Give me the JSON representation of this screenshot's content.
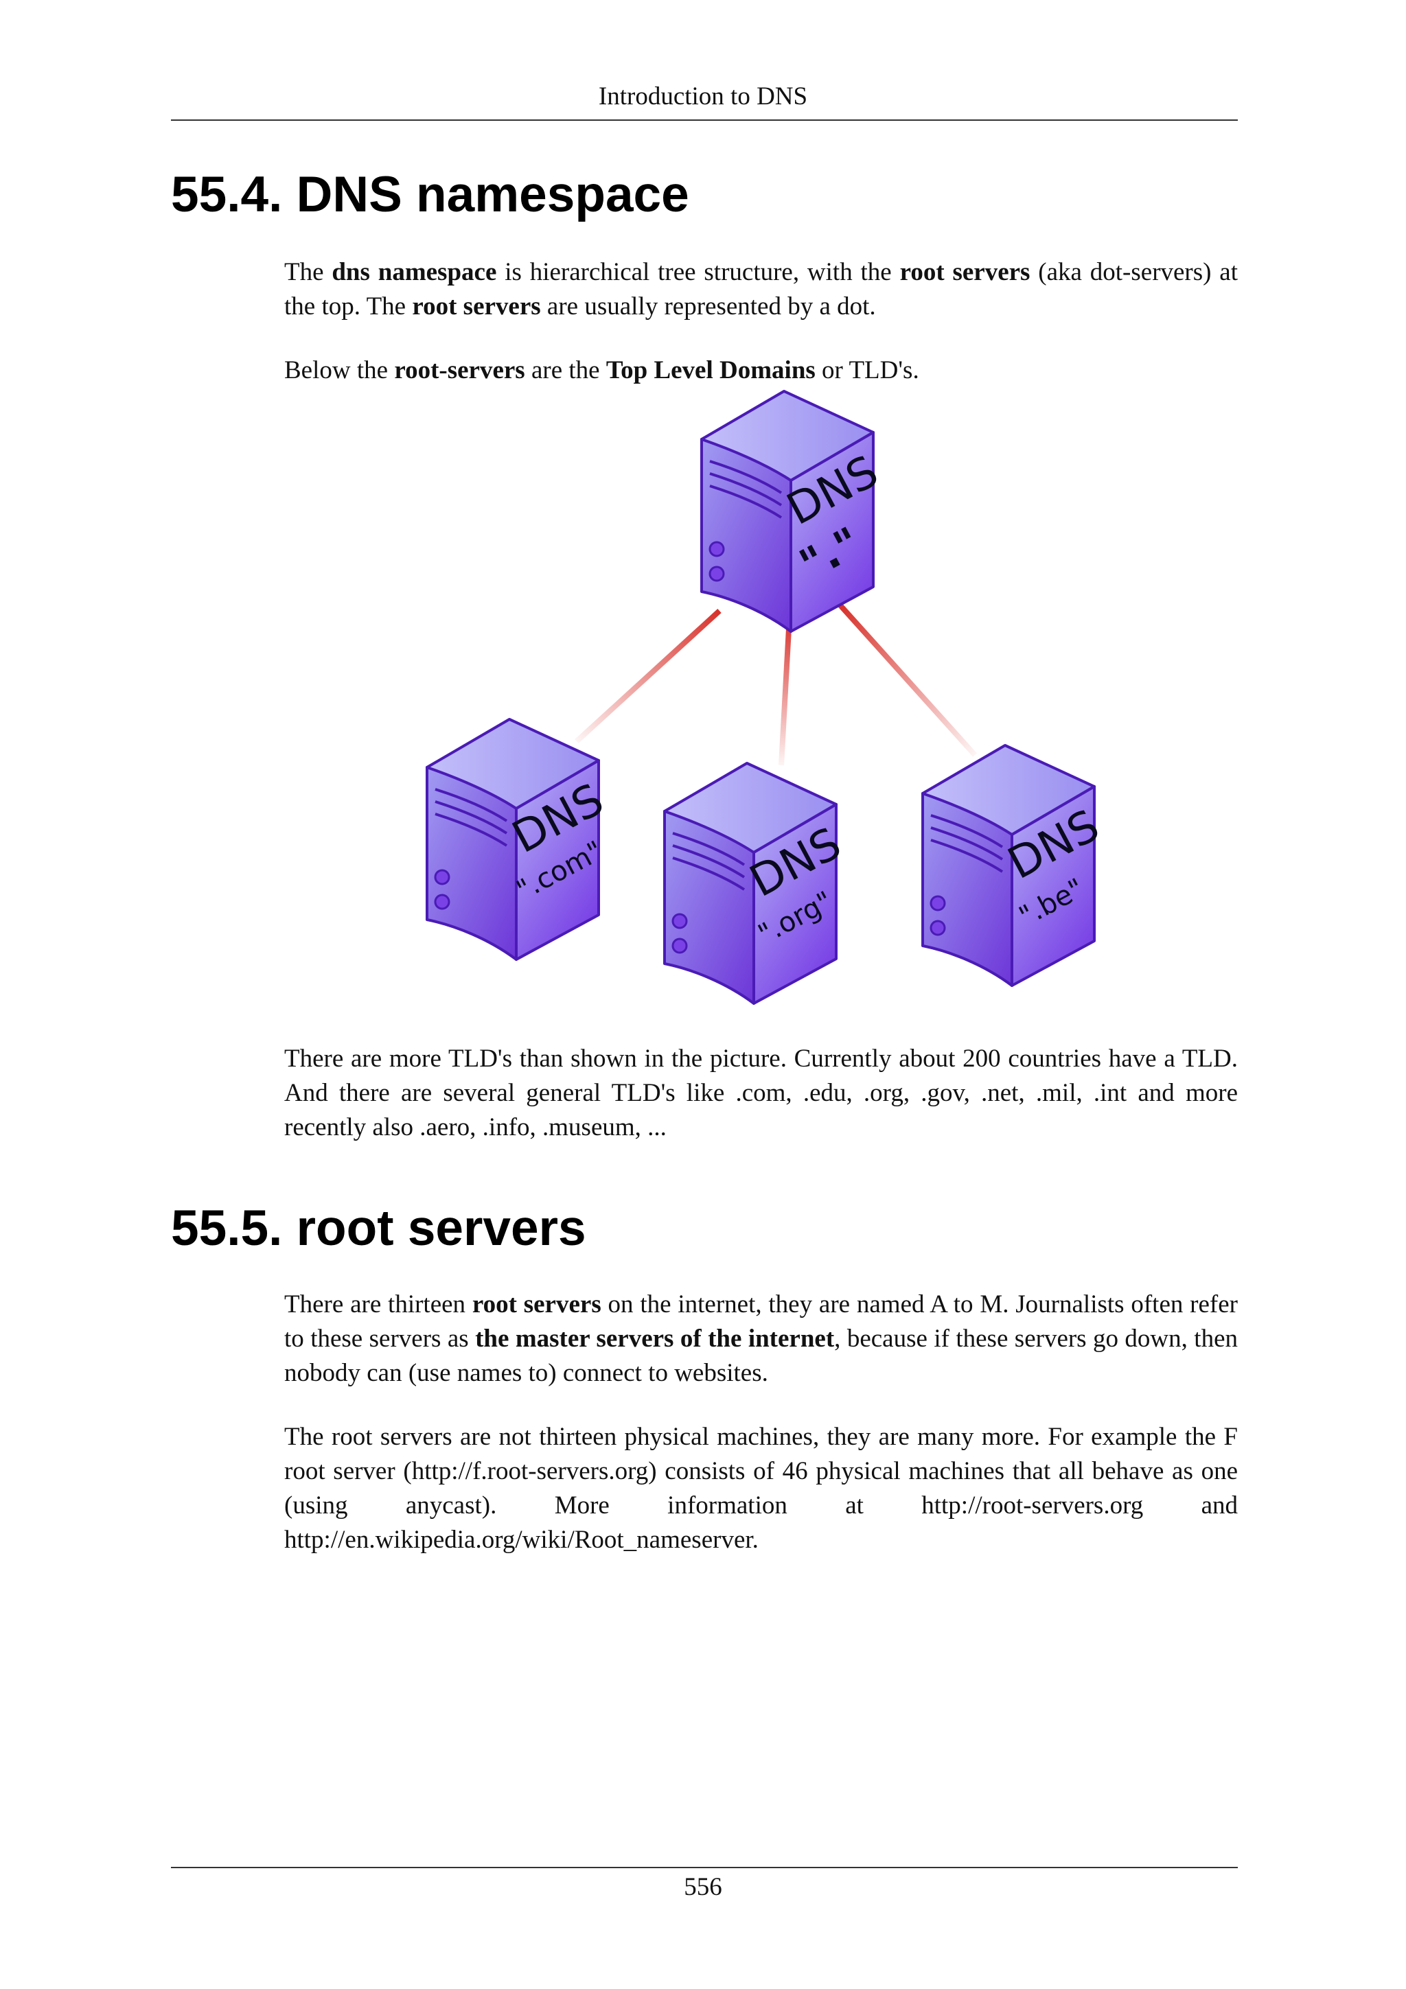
{
  "header": {
    "title": "Introduction to DNS"
  },
  "sections": [
    {
      "heading": "55.4. DNS namespace",
      "paragraphs": [
        [
          {
            "text": "The "
          },
          {
            "text": "dns namespace",
            "bold": true
          },
          {
            "text": " is hierarchical tree structure, with the "
          },
          {
            "text": "root servers",
            "bold": true
          },
          {
            "text": " (aka dot-servers) at the top. The "
          },
          {
            "text": "root servers",
            "bold": true
          },
          {
            "text": " are usually represented by a dot."
          }
        ],
        [
          {
            "text": "Below the "
          },
          {
            "text": "root-servers",
            "bold": true
          },
          {
            "text": " are the "
          },
          {
            "text": "Top Level Domains",
            "bold": true
          },
          {
            "text": " or TLD's."
          }
        ],
        [
          {
            "text": "There are more TLD's than shown in the picture. Currently about 200 countries have a TLD. And there are several general TLD's like .com, .edu, .org, .gov, .net, .mil, .int and more recently also .aero, .info, .museum, ..."
          }
        ]
      ]
    },
    {
      "heading": "55.5. root servers",
      "paragraphs": [
        [
          {
            "text": "There are thirteen "
          },
          {
            "text": "root servers",
            "bold": true
          },
          {
            "text": " on the internet, they are named A to M. Journalists often refer to these servers as "
          },
          {
            "text": "the master servers of the internet",
            "bold": true
          },
          {
            "text": ", because if these servers go down, then nobody can (use names to) connect to websites."
          }
        ],
        [
          {
            "text": "The root servers are not thirteen physical machines, they are many more. For example the F root server (http://f.root-servers.org) consists of 46 physical machines that all behave as one (using anycast). More information at http://root-servers.org and http://en.wikipedia.org/wiki/Root_nameserver."
          }
        ]
      ]
    }
  ],
  "figure": {
    "servers": [
      {
        "title": "DNS",
        "zone": "\".\""
      },
      {
        "title": "DNS",
        "zone": "\".com\""
      },
      {
        "title": "DNS",
        "zone": "\".org\""
      },
      {
        "title": "DNS",
        "zone": "\".be\""
      }
    ],
    "colors": {
      "server_light": "#b6b2f7",
      "server_dark": "#7a42e6",
      "server_outline": "#4a1bb5",
      "link_red": "#d8302a"
    }
  },
  "footer": {
    "page_number": "556"
  }
}
